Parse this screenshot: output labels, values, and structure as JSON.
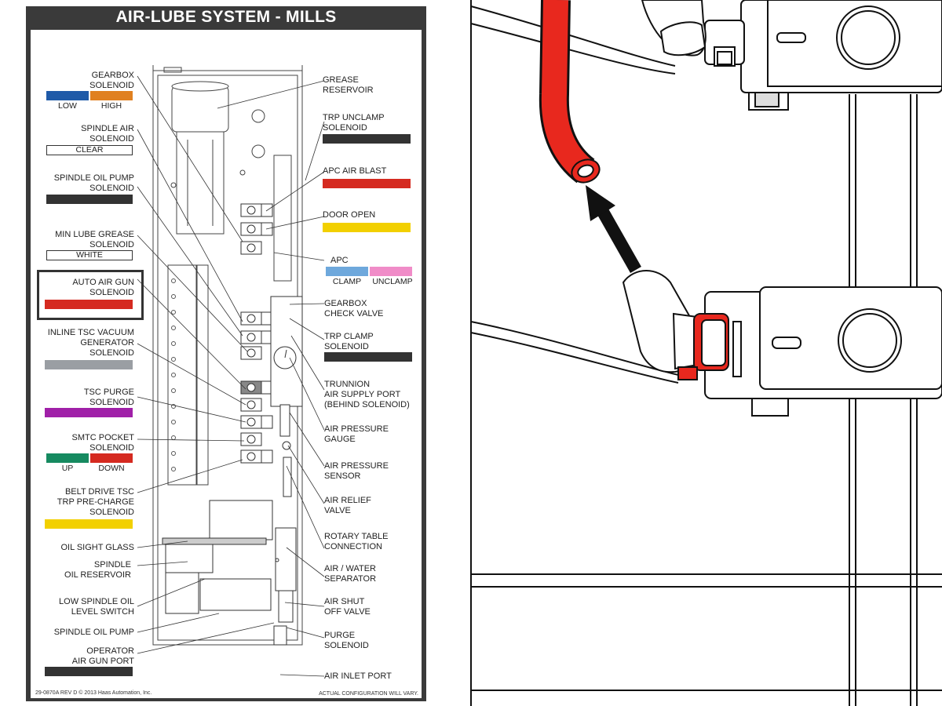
{
  "title": "AIR-LUBE SYSTEM - MILLS",
  "left_labels": {
    "gearbox_solenoid": "GEARBOX\nSOLENOID",
    "gearbox_low": "LOW",
    "gearbox_high": "HIGH",
    "spindle_air_solenoid": "SPINDLE AIR\nSOLENOID",
    "spindle_air_clear": "CLEAR",
    "spindle_oil_pump_solenoid": "SPINDLE OIL PUMP\nSOLENOID",
    "min_lube_grease_solenoid": "MIN LUBE GREASE\nSOLENOID",
    "min_lube_white": "WHITE",
    "auto_air_gun_solenoid": "AUTO AIR GUN\nSOLENOID",
    "inline_tsc_vacuum": "INLINE TSC VACUUM\nGENERATOR\nSOLENOID",
    "tsc_purge_solenoid": "TSC PURGE\nSOLENOID",
    "smtc_pocket_solenoid": "SMTC POCKET\nSOLENOID",
    "smtc_up": "UP",
    "smtc_down": "DOWN",
    "belt_drive_tsc": "BELT DRIVE TSC\nTRP PRE-CHARGE\nSOLENOID",
    "oil_sight_glass": "OIL SIGHT GLASS",
    "spindle_oil_reservoir": "SPINDLE\nOIL RESERVOIR",
    "low_spindle_oil": "LOW  SPINDLE OIL\nLEVEL SWITCH",
    "spindle_oil_pump": "SPINDLE OIL PUMP",
    "operator_air_gun_port": "OPERATOR\nAIR GUN PORT"
  },
  "right_labels": {
    "grease_reservoir": "GREASE\nRESERVOIR",
    "trp_unclamp_solenoid": "TRP UNCLAMP\nSOLENOID",
    "apc_air_blast": "APC AIR BLAST",
    "door_open": "DOOR OPEN",
    "apc": "APC",
    "apc_clamp": "CLAMP",
    "apc_unclamp": "UNCLAMP",
    "gearbox_check_valve": "GEARBOX\nCHECK VALVE",
    "trp_clamp_solenoid": "TRP CLAMP\nSOLENOID",
    "trunnion": "TRUNNION\nAIR SUPPLY PORT\n(BEHIND SOLENOID)",
    "air_pressure_gauge": "AIR PRESSURE\nGAUGE",
    "air_pressure_sensor": "AIR PRESSURE\nSENSOR",
    "air_relief_valve": "AIR RELIEF\nVALVE",
    "rotary_table_connection": "ROTARY TABLE\nCONNECTION",
    "air_water_separator": "AIR / WATER\nSEPARATOR",
    "air_shut_off_valve": "AIR SHUT\nOFF VALVE",
    "purge_solenoid": "PURGE\nSOLENOID",
    "air_inlet_port": "AIR INLET PORT"
  },
  "footer": {
    "part_number": "29-0870A REV D   © 2013 Haas Automation, Inc.",
    "disclaimer": "ACTUAL CONFIGURATION WILL VARY."
  },
  "colors": {
    "blue": "#1f5aa8",
    "orange": "#e08020",
    "black": "#333333",
    "red": "#d52a20",
    "yellow": "#f2d000",
    "light_blue": "#6ea8dc",
    "pink": "#f08cc8",
    "gray": "#9a9ea3",
    "purple": "#a020a8",
    "green": "#168a60",
    "hose_red": "#e8281e"
  }
}
